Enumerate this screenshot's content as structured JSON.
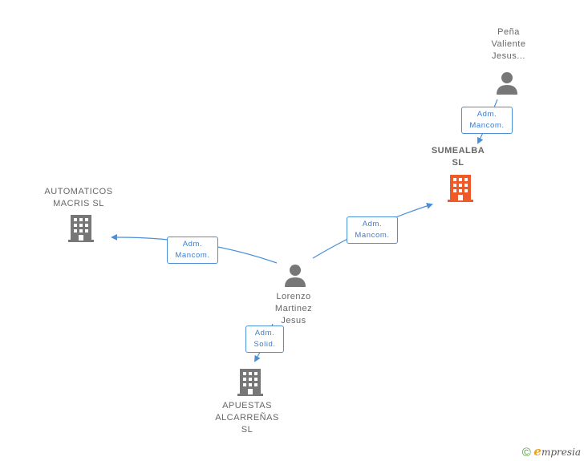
{
  "nodes": {
    "pena": {
      "label": "Peña\nValiente\nJesus..."
    },
    "sumealba": {
      "label": "SUMEALBA\nSL"
    },
    "automaticos": {
      "label": "AUTOMATICOS\nMACRIS SL"
    },
    "lorenzo": {
      "label": "Lorenzo\nMartinez\nJesus"
    },
    "apuestas": {
      "label": "APUESTAS\nALCARREÑAS\nSL"
    }
  },
  "edges": {
    "pena_sumealba": "Adm.\nMancom.",
    "lorenzo_sumealba": "Adm.\nMancom.",
    "lorenzo_automaticos": "Adm.\nMancom.",
    "lorenzo_apuestas": "Adm.\nSolid."
  },
  "colors": {
    "edge": "#4a8fd8",
    "person": "#777777",
    "company": "#777777",
    "company_highlight": "#f05a28"
  },
  "icons": {
    "person": "person-icon",
    "company": "building-icon"
  },
  "footer": {
    "copyright_symbol": "©",
    "brand_initial": "e",
    "brand_rest": "mpresia"
  }
}
